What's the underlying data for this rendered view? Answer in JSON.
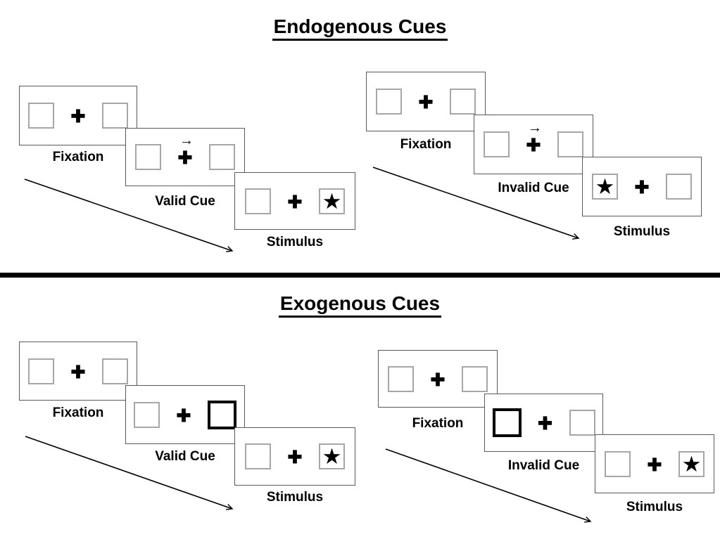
{
  "colors": {
    "ink": "#000000",
    "background": "#ffffff",
    "panel_border": "#595959",
    "square_border": "#a6a6a6",
    "bold_square_border": "#000000",
    "divider": "#000000"
  },
  "glyphs": {
    "star": "★",
    "plus": "✚",
    "cue_arrow": "→"
  },
  "sections": [
    {
      "id": "endogenous",
      "title": "Endogenous Cues",
      "sequences": [
        {
          "id": "valid",
          "panels": [
            {
              "label": "Fixation",
              "left": "plain",
              "right": "plain",
              "cue_arrow": false
            },
            {
              "label": "Valid Cue",
              "left": "plain",
              "right": "plain",
              "cue_arrow": true,
              "cue_arrow_direction": "right"
            },
            {
              "label": "Stimulus",
              "left": "plain",
              "right": "star",
              "cue_arrow": false
            }
          ]
        },
        {
          "id": "invalid",
          "panels": [
            {
              "label": "Fixation",
              "left": "plain",
              "right": "plain",
              "cue_arrow": false
            },
            {
              "label": "Invalid Cue",
              "left": "plain",
              "right": "plain",
              "cue_arrow": true,
              "cue_arrow_direction": "right"
            },
            {
              "label": "Stimulus",
              "left": "star",
              "right": "plain",
              "cue_arrow": false
            }
          ]
        }
      ]
    },
    {
      "id": "exogenous",
      "title": "Exogenous Cues",
      "sequences": [
        {
          "id": "valid",
          "panels": [
            {
              "label": "Fixation",
              "left": "plain",
              "right": "plain",
              "cue_arrow": false
            },
            {
              "label": "Valid Cue",
              "left": "plain",
              "right": "bold",
              "cue_arrow": false
            },
            {
              "label": "Stimulus",
              "left": "plain",
              "right": "star",
              "cue_arrow": false
            }
          ]
        },
        {
          "id": "invalid",
          "panels": [
            {
              "label": "Fixation",
              "left": "plain",
              "right": "plain",
              "cue_arrow": false
            },
            {
              "label": "Invalid Cue",
              "left": "bold",
              "right": "plain",
              "cue_arrow": false
            },
            {
              "label": "Stimulus",
              "left": "plain",
              "right": "star",
              "cue_arrow": false
            }
          ]
        }
      ]
    }
  ]
}
